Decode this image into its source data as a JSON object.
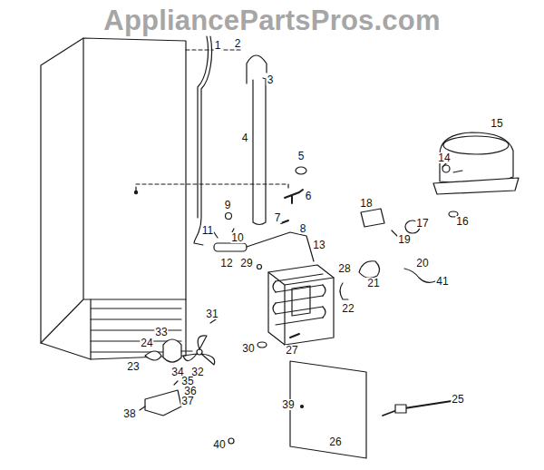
{
  "diagram": {
    "labels": [
      "AppliancePartsPros.com",
      "1",
      "2",
      "3",
      "4",
      "5",
      "6",
      "7",
      "8",
      "9",
      "10",
      "11",
      "12",
      "13",
      "14",
      "15",
      "16",
      "17",
      "18",
      "19",
      "20",
      "21",
      "22",
      "23",
      "24",
      "25",
      "26",
      "27",
      "28",
      "29",
      "30",
      "31",
      "32",
      "33",
      "34",
      "35",
      "36",
      "37",
      "38",
      "39",
      "40",
      "41"
    ]
  }
}
